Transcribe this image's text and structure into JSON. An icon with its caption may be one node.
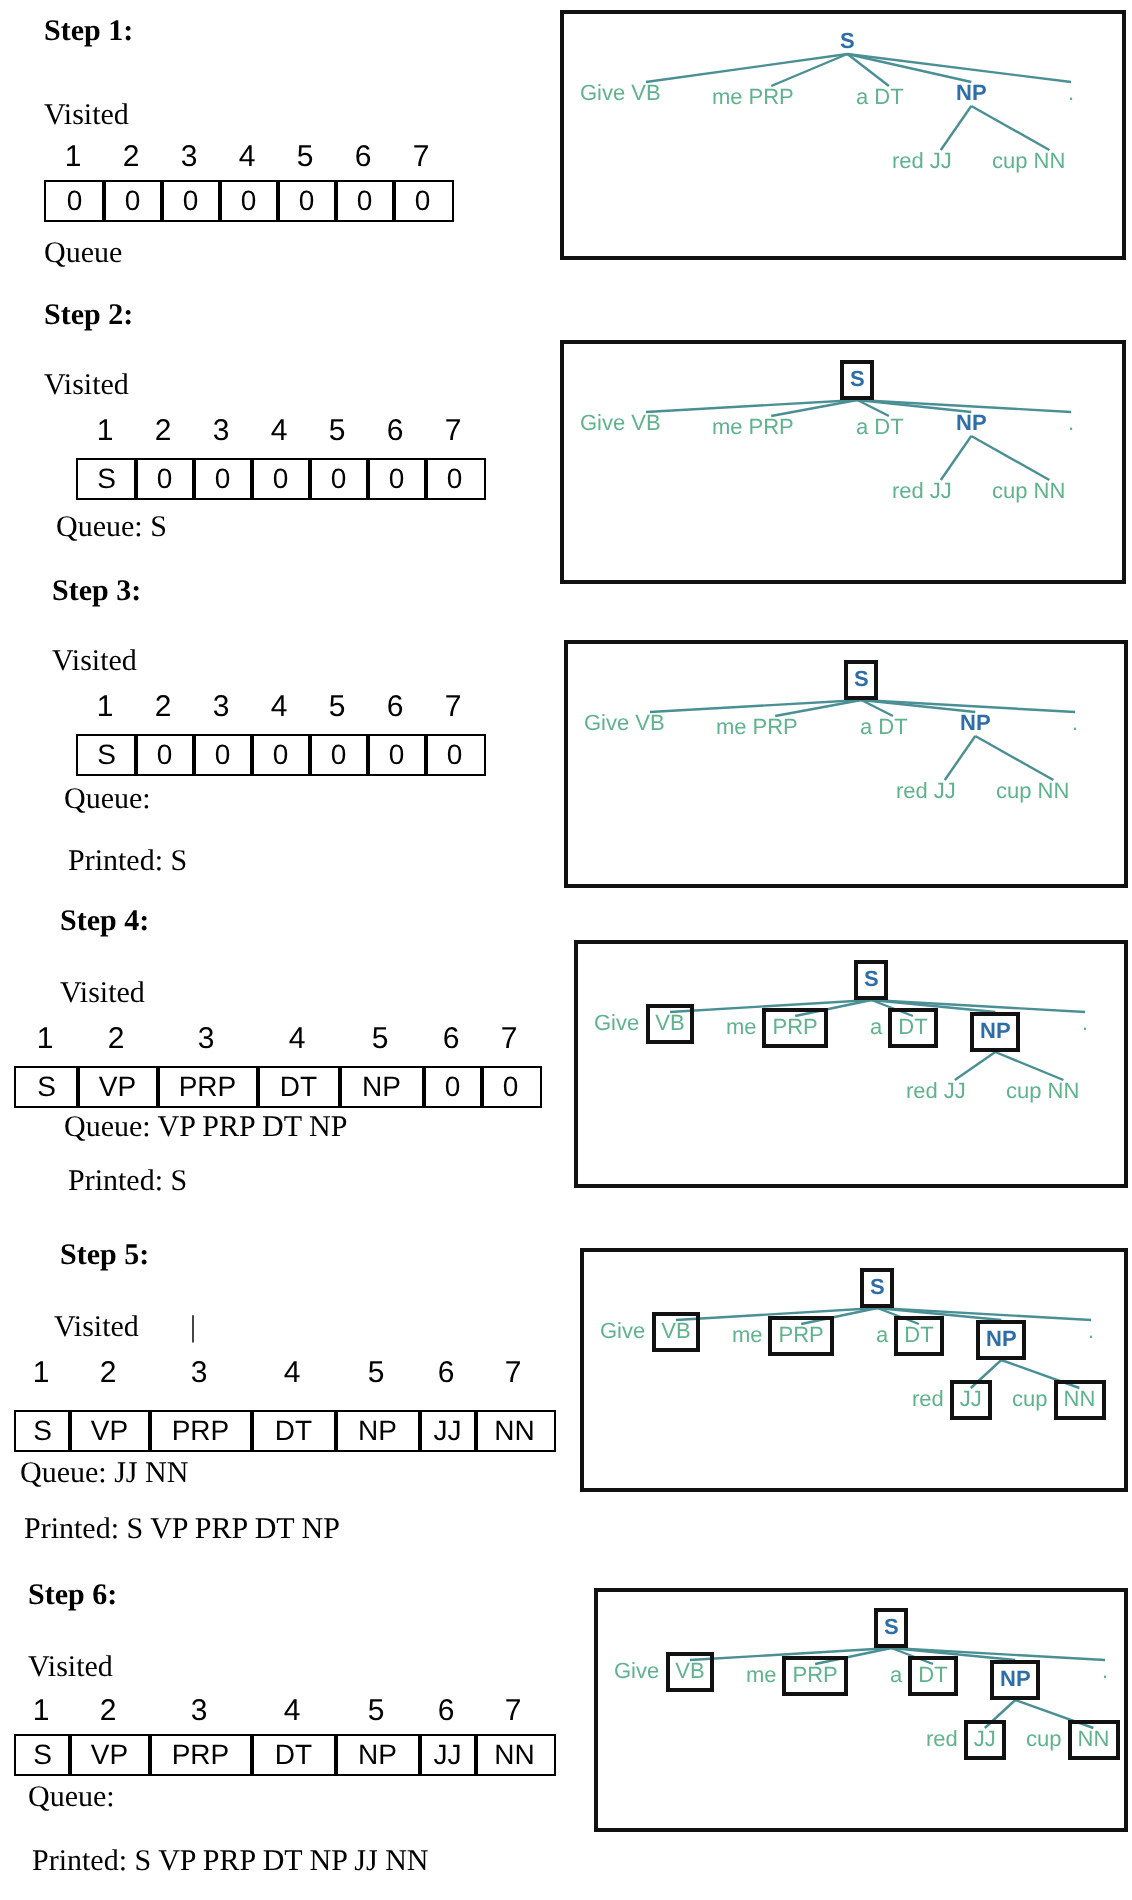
{
  "diagram": {
    "nodes": [
      {
        "text": [],
        "shape": "box"
      },
      {
        "text": [
          "S"
        ],
        "in": 0
      },
      {
        "text": [
          "Give",
          "VB"
        ],
        "in": 0
      },
      {
        "text": [
          "me",
          "PRP"
        ],
        "in": 0
      },
      {
        "text": [
          "a",
          "DT"
        ],
        "in": 0
      },
      {
        "text": [
          "NP"
        ],
        "in": 0
      },
      {
        "text": [
          "red",
          "JJ"
        ],
        "in": 0
      },
      {
        "text": [
          "cup",
          "NN"
        ],
        "in": 0
      },
      {
        "text": [
          "."
        ],
        "in": 0
      },
      {
        "text": [],
        "shape": "box"
      },
      {
        "text": [
          "S"
        ],
        "in": 9
      },
      {
        "text": [
          "Give",
          "VB"
        ],
        "in": 9
      },
      {
        "text": [
          "me",
          "PRP"
        ],
        "in": 9
      },
      {
        "text": [
          "a",
          "DT"
        ],
        "in": 9
      },
      {
        "text": [
          "NP"
        ],
        "in": 9
      },
      {
        "text": [
          "red",
          "JJ"
        ],
        "in": 9
      },
      {
        "text": [
          "cup",
          "NN"
        ],
        "in": 9
      },
      {
        "text": [
          "."
        ],
        "in": 9
      },
      {
        "text": [],
        "shape": "box"
      },
      {
        "text": [
          "S"
        ],
        "in": 18
      },
      {
        "text": [
          "Give",
          "VB"
        ],
        "in": 18
      },
      {
        "text": [
          "me",
          "PRP"
        ],
        "in": 18
      },
      {
        "text": [
          "a",
          "DT"
        ],
        "in": 18
      },
      {
        "text": [
          "NP"
        ],
        "in": 18
      },
      {
        "text": [
          "red",
          "JJ"
        ],
        "in": 18
      },
      {
        "text": [
          "cup",
          "NN"
        ],
        "in": 18
      },
      {
        "text": [
          "."
        ],
        "in": 18
      },
      {
        "text": [],
        "shape": "box"
      },
      {
        "text": [
          "S"
        ],
        "in": 27
      },
      {
        "text": [
          "Give",
          "VB"
        ],
        "in": 27
      },
      {
        "text": [
          "me",
          "PRP"
        ],
        "in": 27
      },
      {
        "text": [
          "a",
          "DT"
        ],
        "in": 27
      },
      {
        "text": [
          "NP"
        ],
        "in": 27
      },
      {
        "text": [
          "red",
          "JJ"
        ],
        "in": 27
      },
      {
        "text": [
          "cup",
          "NN"
        ],
        "in": 27
      },
      {
        "text": [
          "."
        ],
        "in": 27
      },
      {
        "text": [],
        "shape": "box"
      },
      {
        "text": [
          "S"
        ],
        "in": 36
      },
      {
        "text": [
          "Give",
          "VB"
        ],
        "in": 36
      },
      {
        "text": [
          "me",
          "PRP"
        ],
        "in": 36
      },
      {
        "text": [
          "a",
          "DT"
        ],
        "in": 36
      },
      {
        "text": [
          "NP"
        ],
        "in": 36
      },
      {
        "text": [
          "red",
          "JJ"
        ],
        "in": 36
      },
      {
        "text": [
          "cup",
          "NN"
        ],
        "in": 36
      },
      {
        "text": [
          "."
        ],
        "in": 36
      },
      {
        "text": [],
        "shape": "box"
      },
      {
        "text": [
          "S"
        ],
        "in": 45
      },
      {
        "text": [
          "Give",
          "VB"
        ],
        "in": 45
      },
      {
        "text": [
          "me",
          "PRP"
        ],
        "in": 45
      },
      {
        "text": [
          "a",
          "DT"
        ],
        "in": 45
      },
      {
        "text": [
          "NP"
        ],
        "in": 45
      },
      {
        "text": [
          "red",
          "JJ"
        ],
        "in": 45
      },
      {
        "text": [
          "cup",
          "NN"
        ],
        "in": 45
      },
      {
        "text": [
          "."
        ],
        "in": 45
      }
    ],
    "edges": [
      {
        "from": 1,
        "to": 2,
        "arrow": "none"
      },
      {
        "from": 1,
        "to": 3,
        "arrow": "none"
      },
      {
        "from": 1,
        "to": 4,
        "arrow": "none"
      },
      {
        "from": 1,
        "to": 5,
        "arrow": "none"
      },
      {
        "from": 1,
        "to": 8,
        "arrow": "none"
      },
      {
        "from": 5,
        "to": 6,
        "arrow": "none"
      },
      {
        "from": 5,
        "to": 7,
        "arrow": "none"
      },
      {
        "from": 10,
        "to": 11,
        "arrow": "none"
      },
      {
        "from": 10,
        "to": 12,
        "arrow": "none"
      },
      {
        "from": 10,
        "to": 13,
        "arrow": "none"
      },
      {
        "from": 10,
        "to": 14,
        "arrow": "none"
      },
      {
        "from": 10,
        "to": 17,
        "arrow": "none"
      },
      {
        "from": 14,
        "to": 15,
        "arrow": "none"
      },
      {
        "from": 14,
        "to": 16,
        "arrow": "none"
      },
      {
        "from": 19,
        "to": 20,
        "arrow": "none"
      },
      {
        "from": 19,
        "to": 21,
        "arrow": "none"
      },
      {
        "from": 19,
        "to": 22,
        "arrow": "none"
      },
      {
        "from": 19,
        "to": 23,
        "arrow": "none"
      },
      {
        "from": 19,
        "to": 26,
        "arrow": "none"
      },
      {
        "from": 23,
        "to": 24,
        "arrow": "none"
      },
      {
        "from": 23,
        "to": 25,
        "arrow": "none"
      },
      {
        "from": 28,
        "to": 29,
        "arrow": "none"
      },
      {
        "from": 28,
        "to": 30,
        "arrow": "none"
      },
      {
        "from": 28,
        "to": 31,
        "arrow": "none"
      },
      {
        "from": 28,
        "to": 32,
        "arrow": "none"
      },
      {
        "from": 28,
        "to": 35,
        "arrow": "none"
      },
      {
        "from": 32,
        "to": 33,
        "arrow": "none"
      },
      {
        "from": 32,
        "to": 34,
        "arrow": "none"
      },
      {
        "from": 37,
        "to": 38,
        "arrow": "none"
      },
      {
        "from": 37,
        "to": 39,
        "arrow": "none"
      },
      {
        "from": 37,
        "to": 40,
        "arrow": "none"
      },
      {
        "from": 37,
        "to": 41,
        "arrow": "none"
      },
      {
        "from": 37,
        "to": 44,
        "arrow": "none"
      },
      {
        "from": 41,
        "to": 42,
        "arrow": "none"
      },
      {
        "from": 41,
        "to": 43,
        "arrow": "none"
      },
      {
        "from": 46,
        "to": 47,
        "arrow": "none"
      },
      {
        "from": 46,
        "to": 48,
        "arrow": "none"
      },
      {
        "from": 46,
        "to": 49,
        "arrow": "none"
      },
      {
        "from": 46,
        "to": 50,
        "arrow": "none"
      },
      {
        "from": 46,
        "to": 53,
        "arrow": "none"
      },
      {
        "from": 50,
        "to": 51,
        "arrow": "none"
      },
      {
        "from": 50,
        "to": 52,
        "arrow": "none"
      }
    ],
    "labels": [
      "Step 1:",
      "Visited",
      "1",
      "2",
      "3",
      "4",
      "5",
      "6",
      "7",
      "0",
      "0",
      "0",
      "0",
      "0",
      "0",
      "0",
      "Queue",
      "Step 2:",
      "Visited",
      "1",
      "2",
      "3",
      "4",
      "5",
      "6",
      "7",
      "S",
      "0",
      "0",
      "0",
      "0",
      "0",
      "0",
      "Queue: S",
      "Step 3:",
      "Visited",
      "1",
      "2",
      "3",
      "4",
      "5",
      "6",
      "7",
      "S",
      "0",
      "0",
      "0",
      "0",
      "0",
      "0",
      "Queue:",
      "Printed: S",
      "Step 4:",
      "Visited",
      "1",
      "2",
      "3",
      "4",
      "5",
      "6",
      "7",
      "S",
      "VP",
      "PRP",
      "DT",
      "NP",
      "0",
      "0",
      "Queue: VP PRP DT NP",
      "Printed: S",
      "Step 5:",
      "Visited",
      "|",
      "1",
      "2",
      "3",
      "4",
      "5",
      "6",
      "7",
      "S",
      "VP",
      "PRP",
      "DT",
      "NP",
      "JJ",
      "NN",
      "Queue: JJ NN",
      "Printed: S VP PRP DT NP",
      "Step 6:",
      "Visited",
      "1",
      "2",
      "3",
      "4",
      "5",
      "6",
      "7",
      "S",
      "VP",
      "PRP",
      "DT",
      "NP",
      "JJ",
      "NN",
      "Queue:",
      "Printed: S VP PRP DT NP JJ NN"
    ]
  }
}
